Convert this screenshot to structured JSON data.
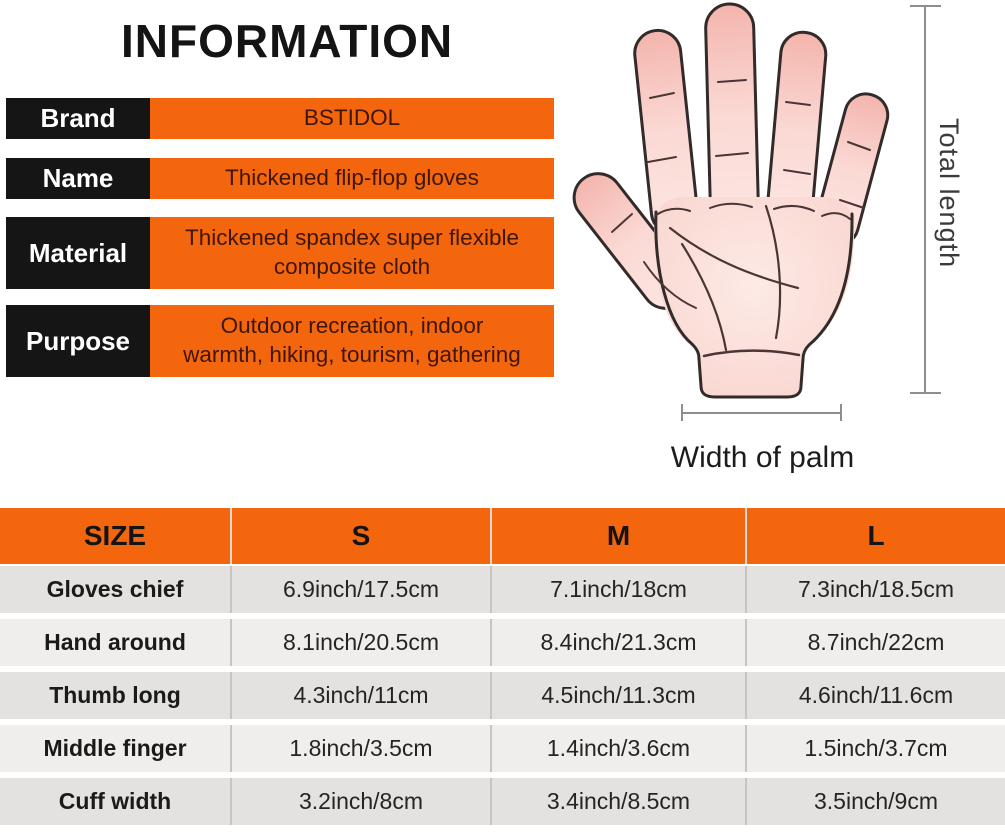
{
  "title": "INFORMATION",
  "info_rows": [
    {
      "label": "Brand",
      "value": "BSTIDOL"
    },
    {
      "label": "Name",
      "value": "Thickened flip-flop gloves"
    },
    {
      "label": "Material",
      "value": "Thickened spandex super flexible\ncomposite cloth"
    },
    {
      "label": "Purpose",
      "value": "Outdoor recreation, indoor\nwarmth, hiking, tourism, gathering"
    }
  ],
  "diagram": {
    "illustration": "open-palm-hand",
    "total_length_label": "Total length",
    "width_of_palm_label": "Width of palm"
  },
  "size_table": {
    "type": "table",
    "headers": [
      "SIZE",
      "S",
      "M",
      "L"
    ],
    "rows": [
      {
        "label": "Gloves chief",
        "values": [
          "6.9inch/17.5cm",
          "7.1inch/18cm",
          "7.3inch/18.5cm"
        ]
      },
      {
        "label": "Hand around",
        "values": [
          "8.1inch/20.5cm",
          "8.4inch/21.3cm",
          "8.7inch/22cm"
        ]
      },
      {
        "label": "Thumb long",
        "values": [
          "4.3inch/11cm",
          "4.5inch/11.3cm",
          "4.6inch/11.6cm"
        ]
      },
      {
        "label": "Middle finger",
        "values": [
          "1.8inch/3.5cm",
          "1.4inch/3.6cm",
          "1.5inch/3.7cm"
        ]
      },
      {
        "label": "Cuff width",
        "values": [
          "3.2inch/8cm",
          "3.4inch/8.5cm",
          "3.5inch/9cm"
        ]
      }
    ]
  },
  "colors": {
    "accent_orange": "#F4660D",
    "label_black": "#151515",
    "orange_value_text": "#3F1605",
    "table_row_gray": "#E3E2E0",
    "table_row_light": "#EFEEEC",
    "measure_line_gray": "#8E8E8E",
    "hand_skin_pink": "#FBDCD7",
    "hand_outline": "#332A2A"
  }
}
